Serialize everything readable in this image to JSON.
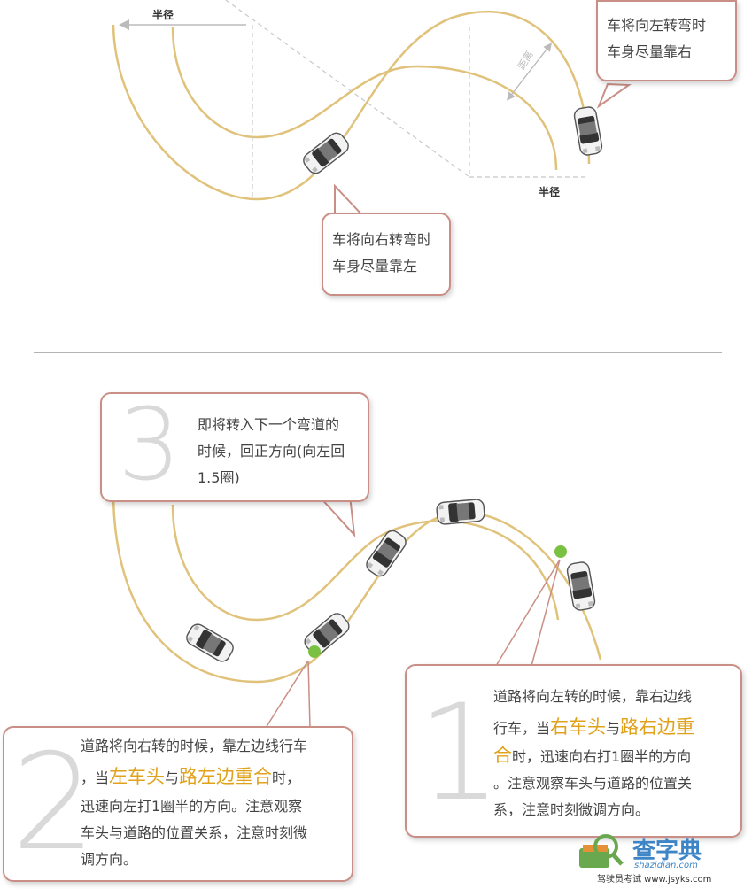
{
  "top_diagram": {
    "radius_label_left": "半径",
    "radius_label_right": "半径",
    "distance_label": "距离",
    "callout_left_turn": {
      "line1": "车将向左转弯时",
      "line2": "车身尽量靠右"
    },
    "callout_right_turn": {
      "line1": "车将向右转弯时",
      "line2": "车身尽量靠左"
    }
  },
  "bottom_diagram": {
    "step3": {
      "number": "3",
      "line1": "即将转入下一个弯道的",
      "line2": "时候，回正方向(向左回",
      "line3": "1.5圈)"
    },
    "step2": {
      "number": "2",
      "line1": "道路将向右转的时候，靠左边线行车",
      "line2_pre": "，当",
      "line2_hl1": "左车头",
      "line2_mid": "与",
      "line2_hl2": "路左边重合",
      "line2_post": "时，",
      "line3": "迅速向左打1圈半的方向。注意观察",
      "line4": "车头与道路的位置关系，注意时刻微",
      "line5": "调方向。"
    },
    "step1": {
      "number": "1",
      "line1": "道路将向左转的时候，靠右边线",
      "line2_pre": "行车，当",
      "line2_hl1": "右车头",
      "line2_mid": "与",
      "line2_hl2": "路右边重",
      "line3_hl": "合",
      "line3_post": "时，迅速向右打1圈半的方向",
      "line4": "。注意观察车头与道路的位置关",
      "line5": "系，注意时刻微调方向。"
    }
  },
  "watermark": {
    "title": "查字典",
    "sub": "shazidian.com",
    "footer": "驾驶员考试 www.jsyks.com"
  },
  "colors": {
    "road_line": "#e0c27a",
    "callout_border": "#c98f86",
    "highlight": "#e0a21a",
    "marker": "#7ac143",
    "big_number": "#d9d9d9"
  }
}
